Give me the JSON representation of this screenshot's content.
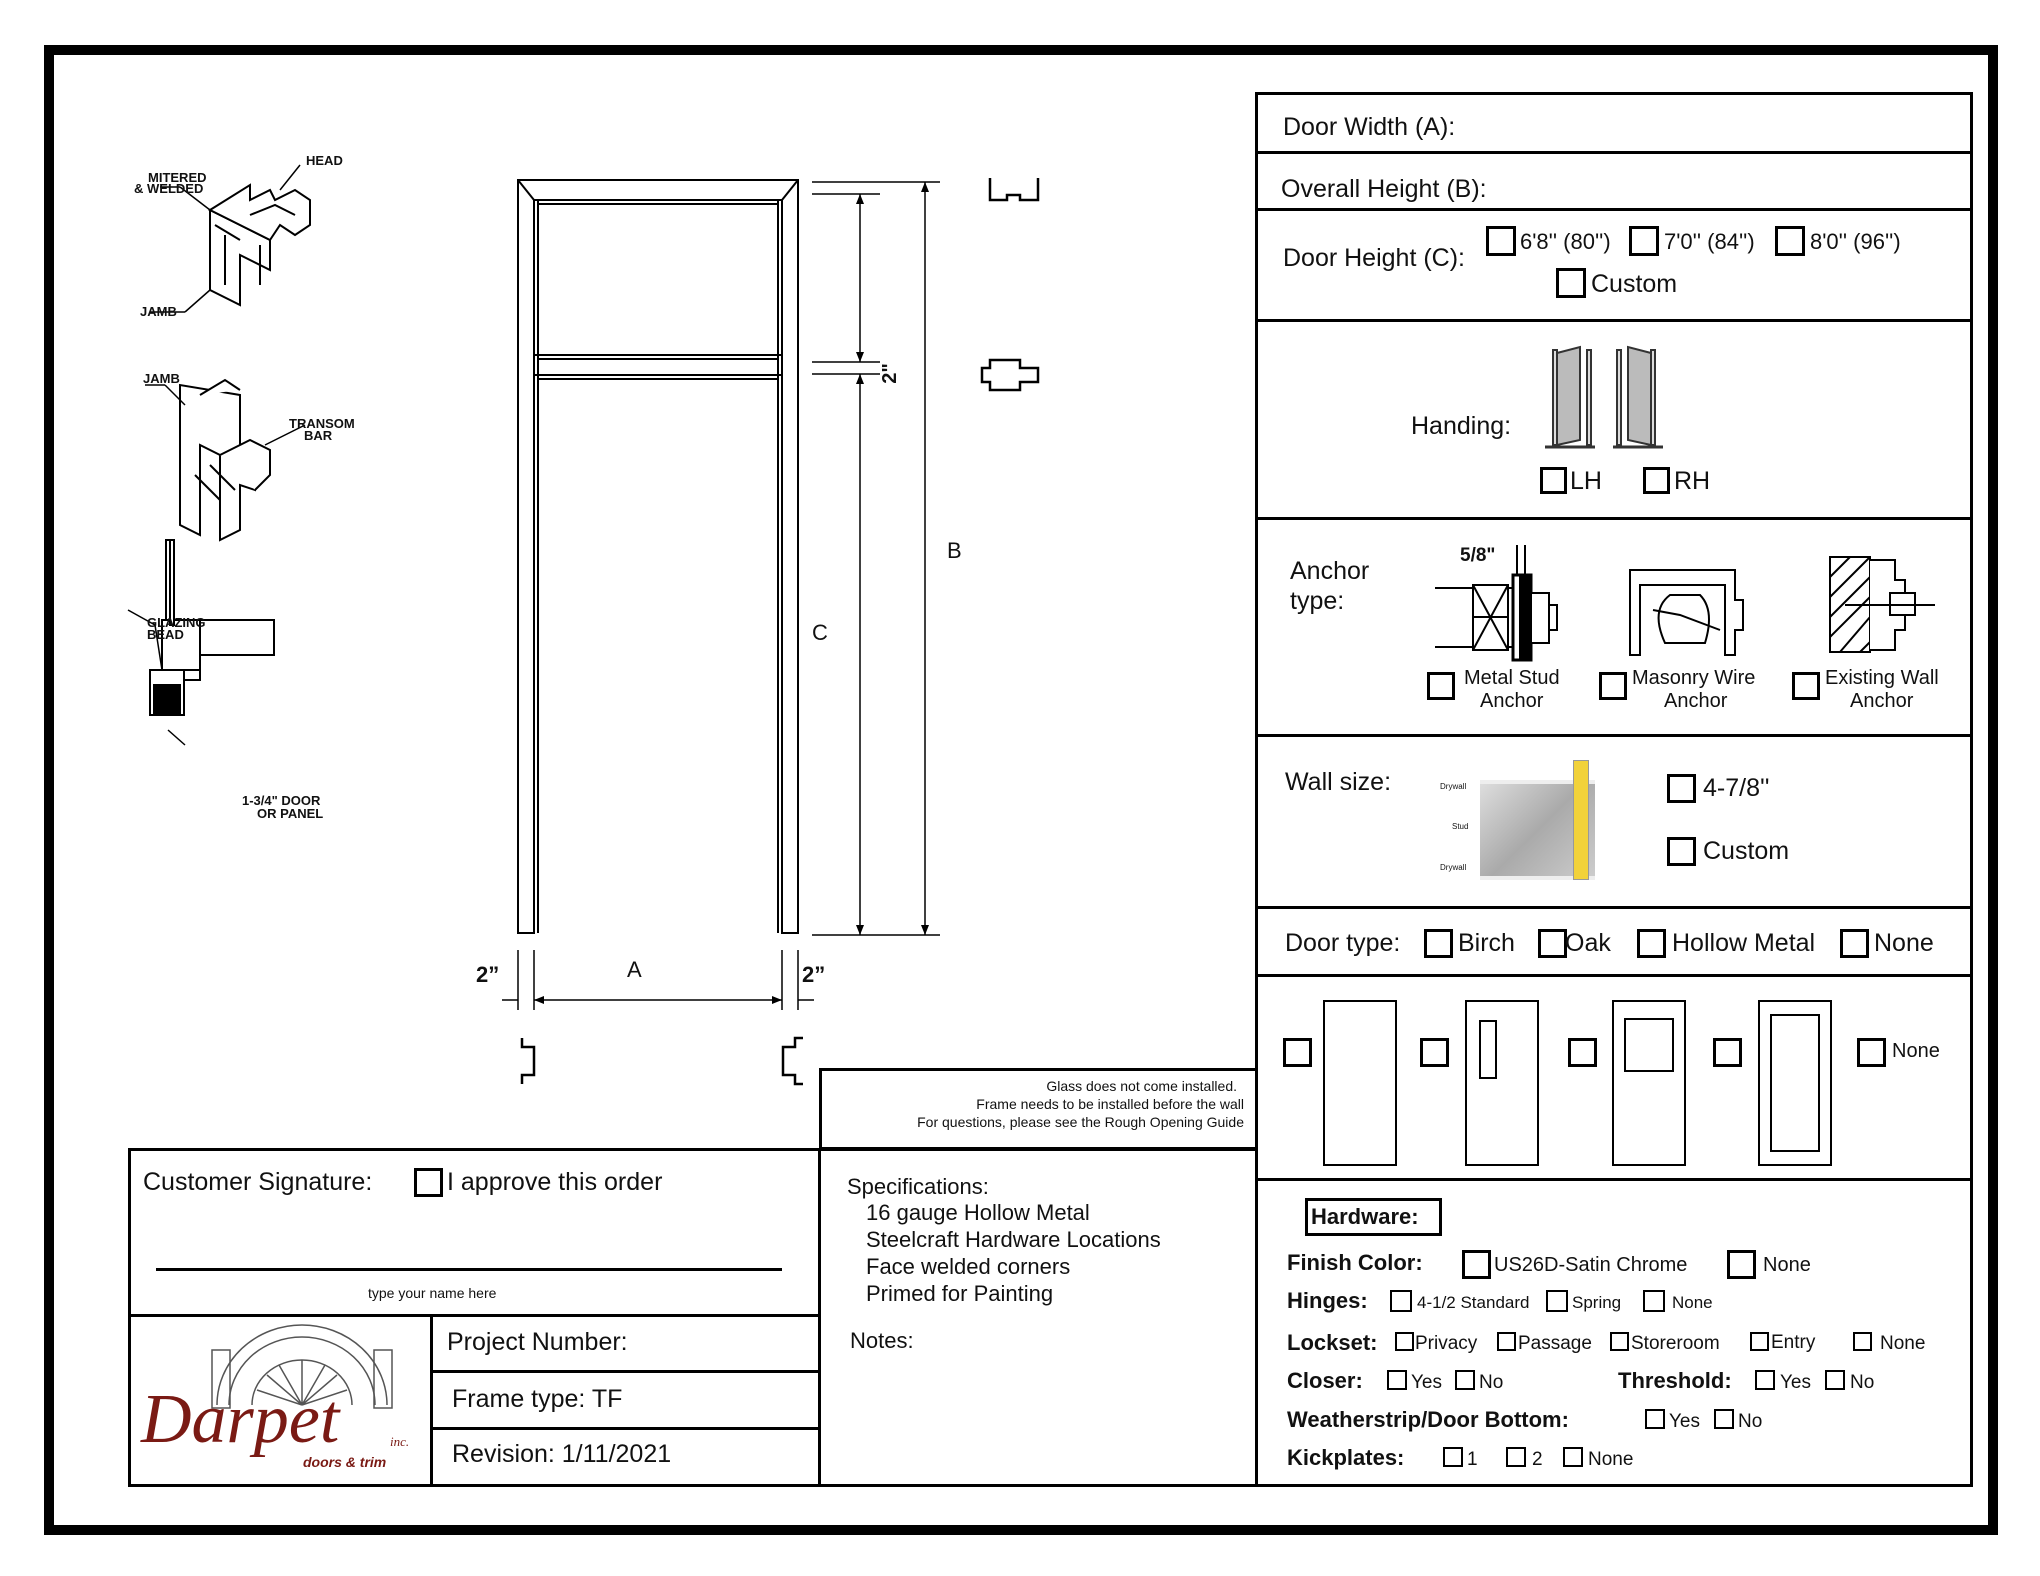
{
  "drawing": {
    "details": {
      "head": "HEAD",
      "mitered": "MITERED",
      "welded": "& WELDED",
      "jamb1": "JAMB",
      "jamb2": "JAMB",
      "transom_a": "TRANSOM",
      "transom_b": "BAR",
      "glazing_a": "GLAZING",
      "glazing_b": "BEAD",
      "door_a": "1-3/4\" DOOR",
      "door_b": "OR PANEL"
    },
    "label_a": "A",
    "label_b": "B",
    "label_c": "C",
    "dim_2_left": "2”",
    "dim_2_right": "2”",
    "dim_2_transom": "2\""
  },
  "door_width": "Door Width (A):",
  "overall_height": "Overall Height (B):",
  "door_height": {
    "label": "Door Height (C):",
    "options": [
      "6'8'' (80'')",
      "7'0'' (84'')",
      "8'0'' (96'')",
      "Custom"
    ]
  },
  "handing": {
    "label": "Handing:",
    "options": [
      "LH",
      "RH"
    ]
  },
  "anchor": {
    "label_1": "Anchor",
    "label_2": "type:",
    "dim": "5/8\"",
    "options": [
      {
        "line1": "Metal Stud",
        "line2": "Anchor"
      },
      {
        "line1": "Masonry Wire",
        "line2": "Anchor"
      },
      {
        "line1": "Existing Wall",
        "line2": "Anchor"
      }
    ]
  },
  "wall_size": {
    "label": "Wall size:",
    "image_labels": [
      "Drywall",
      "Stud",
      "Drywall"
    ],
    "options": [
      "4-7/8''",
      "Custom"
    ]
  },
  "door_type": {
    "label": "Door type:",
    "options": [
      "Birch",
      "Oak",
      "Hollow Metal",
      "None"
    ]
  },
  "lite_options": {
    "none_label": "None"
  },
  "note_box": {
    "line1": "Glass does not come installed.",
    "line2": "Frame needs to be installed before the wall",
    "line3": "For questions, please see the Rough Opening Guide"
  },
  "signature": {
    "label": "Customer Signature:",
    "approve": "I approve this order",
    "hint": "type your name here"
  },
  "specs": {
    "title": "Specifications:",
    "items": [
      "16 gauge Hollow Metal",
      "Steelcraft Hardware Locations",
      "Face welded corners",
      "Primed for Painting"
    ],
    "notes": "Notes:"
  },
  "project": {
    "number": "Project Number:",
    "frame_type": "Frame type: TF",
    "revision": "Revision: 1/11/2021"
  },
  "logo": {
    "name": "Darpet",
    "inc": "inc.",
    "tagline": "doors & trim",
    "color": "#7a1a14"
  },
  "hardware": {
    "title": "Hardware:",
    "finish": {
      "label": "Finish Color:",
      "options": [
        "US26D-Satin Chrome",
        "None"
      ]
    },
    "hinges": {
      "label": "Hinges:",
      "options": [
        "4-1/2 Standard",
        "Spring",
        "None"
      ]
    },
    "lockset": {
      "label": "Lockset:",
      "options": [
        "Privacy",
        "Passage",
        "Storeroom",
        "Entry",
        "None"
      ]
    },
    "closer": {
      "label": "Closer:",
      "options": [
        "Yes",
        "No"
      ]
    },
    "threshold": {
      "label": "Threshold:",
      "options": [
        "Yes",
        "No"
      ]
    },
    "weatherstrip": {
      "label": "Weatherstrip/Door Bottom:",
      "options": [
        "Yes",
        "No"
      ]
    },
    "kickplates": {
      "label": "Kickplates:",
      "options": [
        "1",
        "2",
        "None"
      ]
    }
  }
}
